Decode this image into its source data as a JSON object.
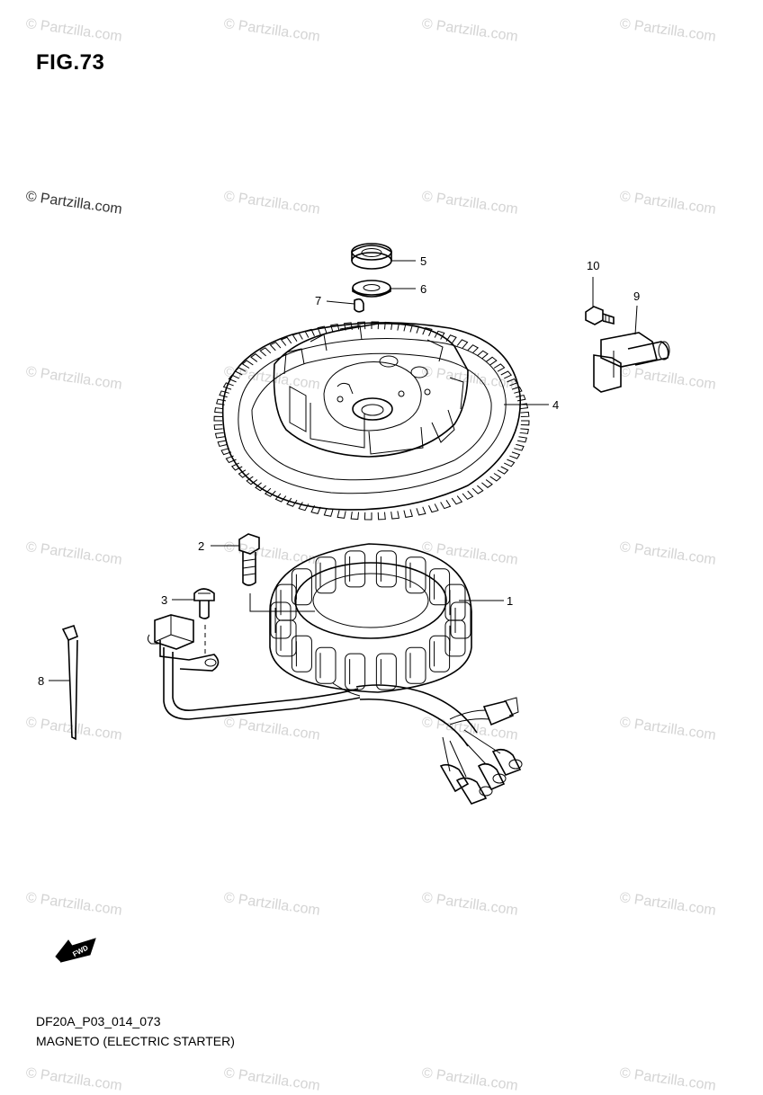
{
  "figure": {
    "title": "FIG.73",
    "code": "DF20A_P03_014_073",
    "caption": "MAGNETO (ELECTRIC STARTER)"
  },
  "watermark": {
    "text": "© Partzilla.com"
  },
  "callouts": [
    "1",
    "2",
    "3",
    "4",
    "5",
    "6",
    "7",
    "8",
    "9",
    "10"
  ],
  "fwd_label": "FWD"
}
